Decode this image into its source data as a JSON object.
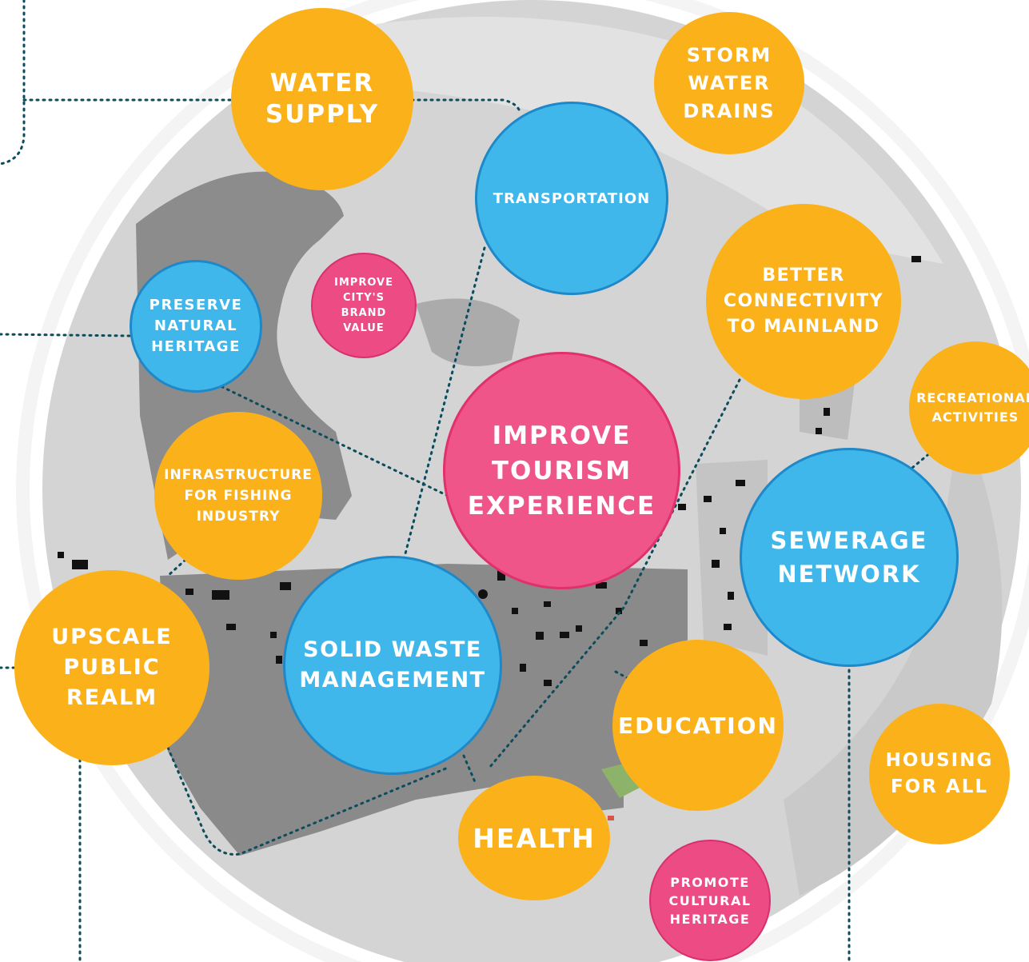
{
  "colors": {
    "orange": "#FBB11A",
    "blue": "#3FB7EA",
    "pink": "#EF5588",
    "connector": "#0D4C5C",
    "map_light": "#D3D3D3",
    "map_dark": "#8A8A8A"
  },
  "nodes": {
    "water_supply": "WATER\nSUPPLY",
    "storm_water_drains": "STORM\nWATER\nDRAINS",
    "transportation": "TRANSPORTATION",
    "better_connectivity": "BETTER\nCONNECTIVITY\nTO MAINLAND",
    "improve_brand": "IMPROVE\nCITY'S\nBRAND\nVALUE",
    "preserve_heritage": "PRESERVE\nNATURAL\nHERITAGE",
    "recreational": "RECREATIONAL\nACTIVITIES",
    "improve_tourism": "IMPROVE\nTOURISM\nEXPERIENCE",
    "fishing_infra": "INFRASTRUCTURE\nFOR FISHING\nINDUSTRY",
    "sewerage": "SEWERAGE\nNETWORK",
    "upscale_realm": "UPSCALE\nPUBLIC\nREALM",
    "solid_waste": "SOLID WASTE\nMANAGEMENT",
    "education": "EDUCATION",
    "housing": "HOUSING\nFOR ALL",
    "health": "HEALTH",
    "promote_cultural": "PROMOTE\nCULTURAL\nHERITAGE"
  }
}
